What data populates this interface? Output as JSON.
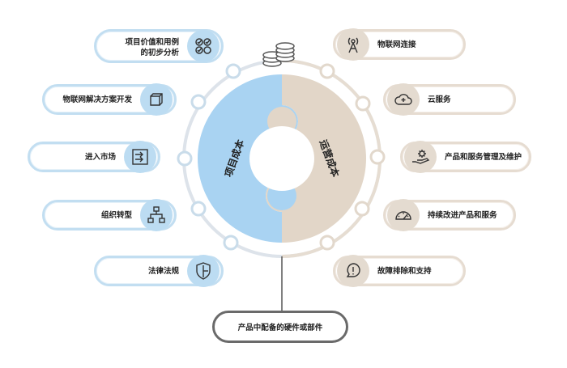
{
  "center": {
    "left_label": "项目成本",
    "right_label": "运营成本"
  },
  "left_items": [
    {
      "label_line1": "项目价值和用例",
      "label_line2": "的初步分析",
      "icon": "checklist-icon"
    },
    {
      "label_line1": "物联网解决方案开发",
      "label_line2": "",
      "icon": "cube-icon"
    },
    {
      "label_line1": "进入市场",
      "label_line2": "",
      "icon": "arrows-in-icon"
    },
    {
      "label_line1": "组织转型",
      "label_line2": "",
      "icon": "org-chart-icon"
    },
    {
      "label_line1": "法律法规",
      "label_line2": "",
      "icon": "shield-icon"
    }
  ],
  "right_items": [
    {
      "label_line1": "物联网连接",
      "icon": "antenna-icon"
    },
    {
      "label_line1": "云服务",
      "icon": "cloud-icon"
    },
    {
      "label_line1": "产品和服务管理及维护",
      "icon": "gear-hand-icon"
    },
    {
      "label_line1": "持续改进产品和服务",
      "icon": "gauge-icon"
    },
    {
      "label_line1": "故障排除和支持",
      "icon": "alert-bubble-icon"
    }
  ],
  "bottom": {
    "label": "产品中配备的硬件或部件"
  },
  "colors": {
    "blue": "#a9d3f2",
    "beige": "#e2d6c8",
    "ring": "#d6dee6",
    "dark": "#555555"
  }
}
